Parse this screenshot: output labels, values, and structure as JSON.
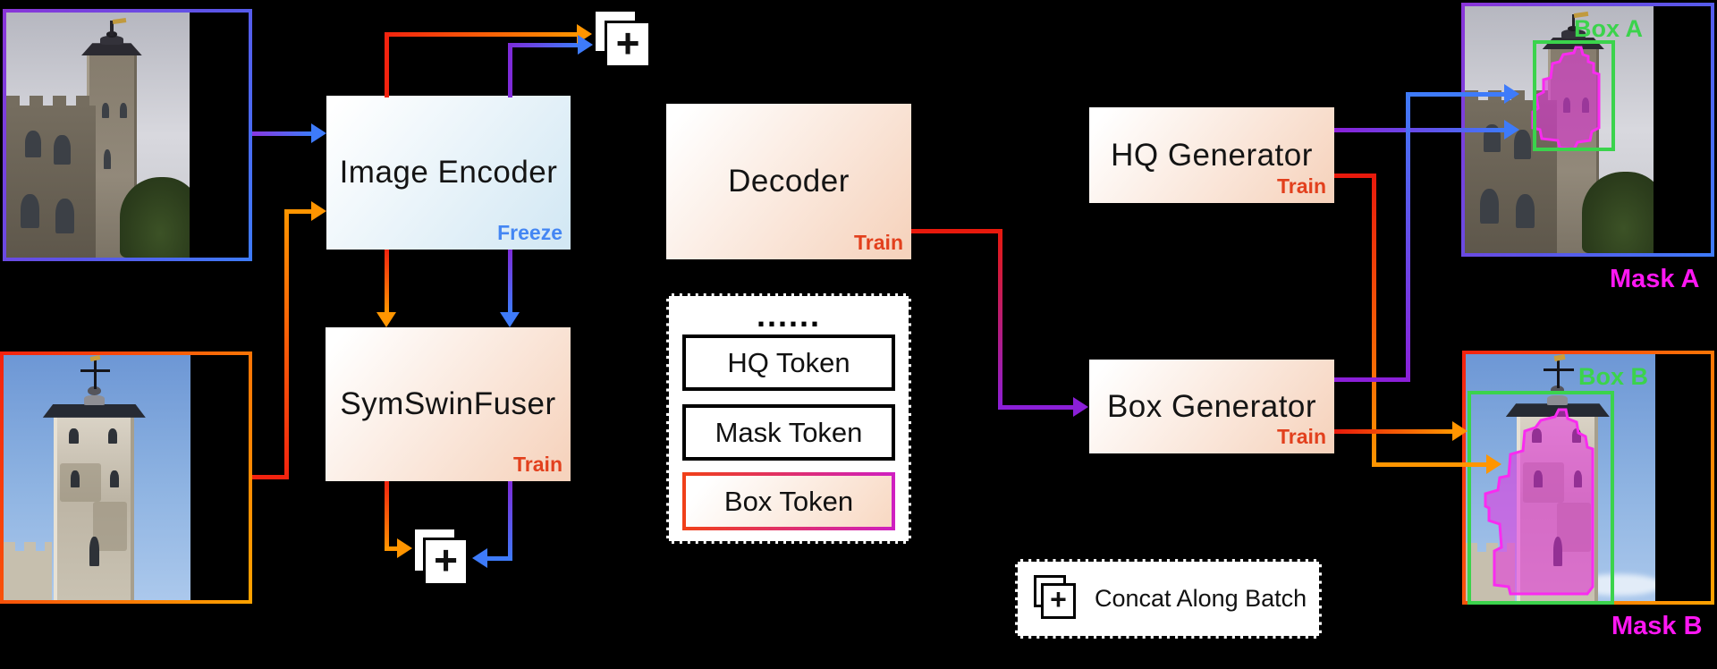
{
  "modules": {
    "image_encoder": {
      "label": "Image Encoder",
      "status": "Freeze"
    },
    "symswinfuser": {
      "label": "SymSwinFuser",
      "status": "Train"
    },
    "decoder": {
      "label": "Decoder",
      "status": "Train"
    },
    "hq_generator": {
      "label": "HQ Generator",
      "status": "Train"
    },
    "box_generator": {
      "label": "Box Generator",
      "status": "Train"
    }
  },
  "token_panel": {
    "ellipsis": "......",
    "tokens": [
      "HQ Token",
      "Mask Token",
      "Box Token"
    ]
  },
  "legend": {
    "label": "Concat Along Batch",
    "plus_glyph": "+",
    "icon": "concat-along-batch-icon"
  },
  "annotations": {
    "box_a": "Box A",
    "mask_a": "Mask A",
    "box_b": "Box B",
    "mask_b": "Mask B"
  },
  "colors": {
    "freeze_text": "#4486F3",
    "train_text": "#E2401D",
    "arrow_blue": "#3E7BFA",
    "arrow_purple": "#7E2BD9",
    "arrow_red": "#F3230F",
    "arrow_orange": "#FF9500",
    "box_green": "#3BD34C",
    "mask_magenta": "#FF17F3"
  }
}
